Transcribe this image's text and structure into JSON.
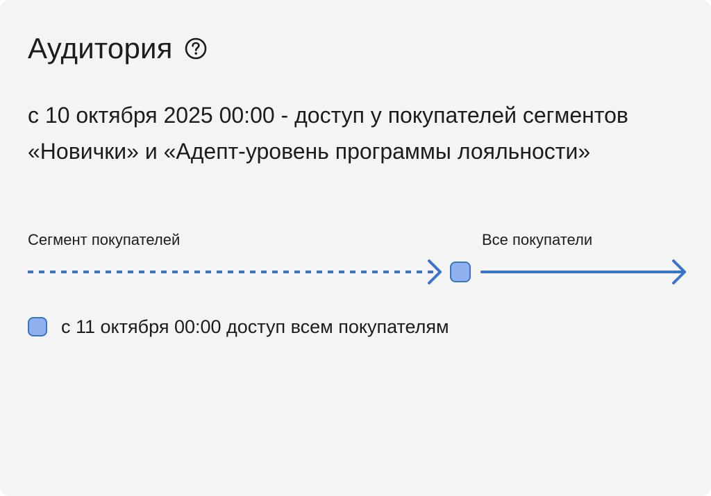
{
  "audience": {
    "title": "Аудитория",
    "help_icon": "question-circle-icon",
    "description": "с 10 октября 2025 00:00 - доступ у покупателей сегментов «Новички» и «Адепт-уровень программы лояльности»",
    "timeline": {
      "start_label": "Сегмент покупателей",
      "end_label": "Все покупатели"
    },
    "legend": {
      "text": "с 11 октября 00:00 доступ всем покупателям"
    }
  },
  "colors": {
    "background": "#f4f4f4",
    "accent": "#3b73c8",
    "marker_fill": "#8fb2ee",
    "text": "#1c1c1c"
  }
}
